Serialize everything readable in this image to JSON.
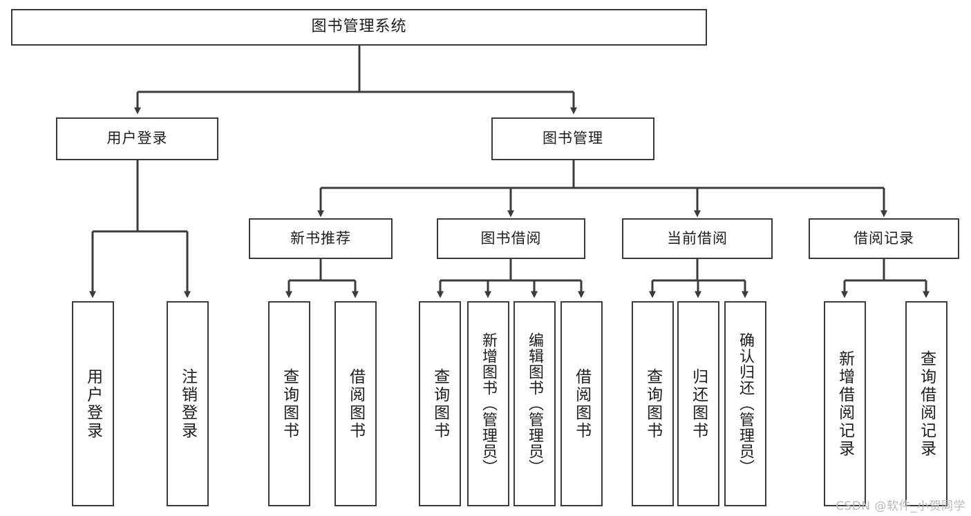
{
  "diagram": {
    "title": "图书管理系统",
    "type": "tree-hierarchy",
    "watermark": "CSDN @软件_小贺同学",
    "line_color": "#3b3b3b",
    "box_fill": "#ffffff",
    "text_color": "#1d1d1d"
  },
  "nodes": {
    "root": {
      "label": "图书管理系统"
    },
    "level1": [
      {
        "label": "用户登录"
      },
      {
        "label": "图书管理"
      }
    ],
    "level2": [
      {
        "label": "新书推荐"
      },
      {
        "label": "图书借阅"
      },
      {
        "label": "当前借阅"
      },
      {
        "label": "借阅记录"
      }
    ],
    "leaves": {
      "user_login": [
        {
          "label": "用户登录"
        },
        {
          "label": "注销登录"
        }
      ],
      "new_book_recommend": [
        {
          "label": "查询图书"
        },
        {
          "label": "借阅图书"
        }
      ],
      "book_borrow": [
        {
          "label": "查询图书"
        },
        {
          "label": "新增图书（管理员）"
        },
        {
          "label": "编辑图书（管理员）"
        },
        {
          "label": "借阅图书"
        }
      ],
      "current_borrow": [
        {
          "label": "查询图书"
        },
        {
          "label": "归还图书"
        },
        {
          "label": "确认归还（管理员）"
        }
      ],
      "borrow_record": [
        {
          "label": "新增借阅记录"
        },
        {
          "label": "查询借阅记录"
        }
      ]
    }
  }
}
